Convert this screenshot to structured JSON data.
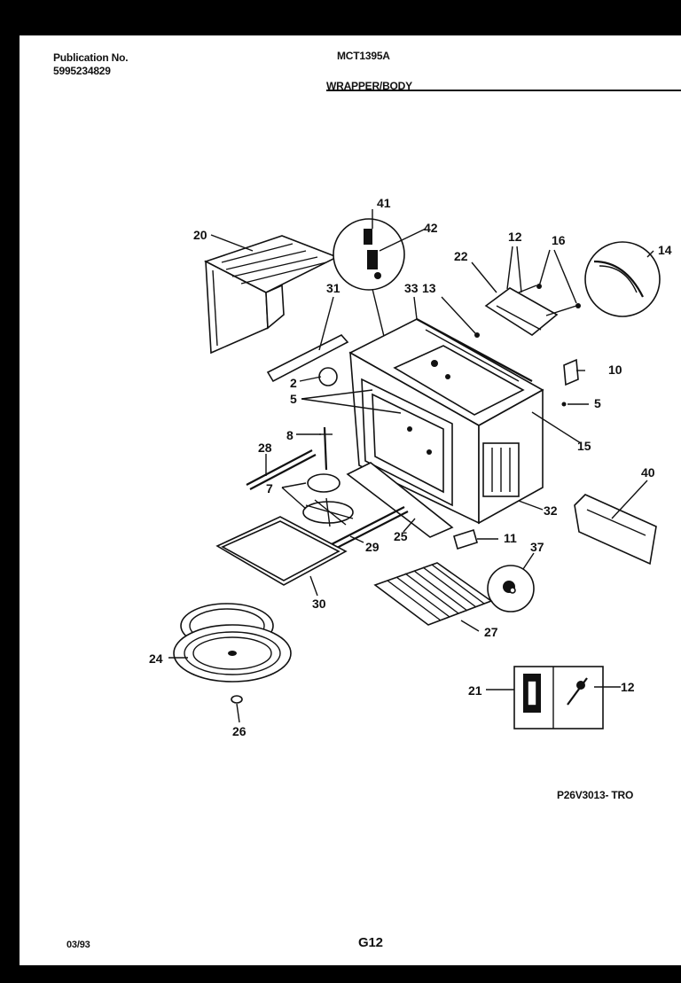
{
  "header": {
    "publication_label": "Publication No.",
    "publication_number": "5995234829",
    "model": "MCT1395A",
    "section": "WRAPPER/BODY"
  },
  "diagram": {
    "reference_code": "P26V3013- TRO",
    "callouts": {
      "c41": "41",
      "c42": "42",
      "c20": "20",
      "c12a": "12",
      "c16": "16",
      "c14": "14",
      "c22": "22",
      "c31": "31",
      "c33": "33",
      "c13": "13",
      "c10": "10",
      "c2": "2",
      "c5a": "5",
      "c5b": "5",
      "c15": "15",
      "c8": "8",
      "c28": "28",
      "c40": "40",
      "c7": "7",
      "c32": "32",
      "c25": "25",
      "c29": "29",
      "c11": "11",
      "c37": "37",
      "c30": "30",
      "c27": "27",
      "c24": "24",
      "c21": "21",
      "c12b": "12",
      "c26": "26"
    }
  },
  "footer": {
    "date": "03/93",
    "page": "G12"
  }
}
